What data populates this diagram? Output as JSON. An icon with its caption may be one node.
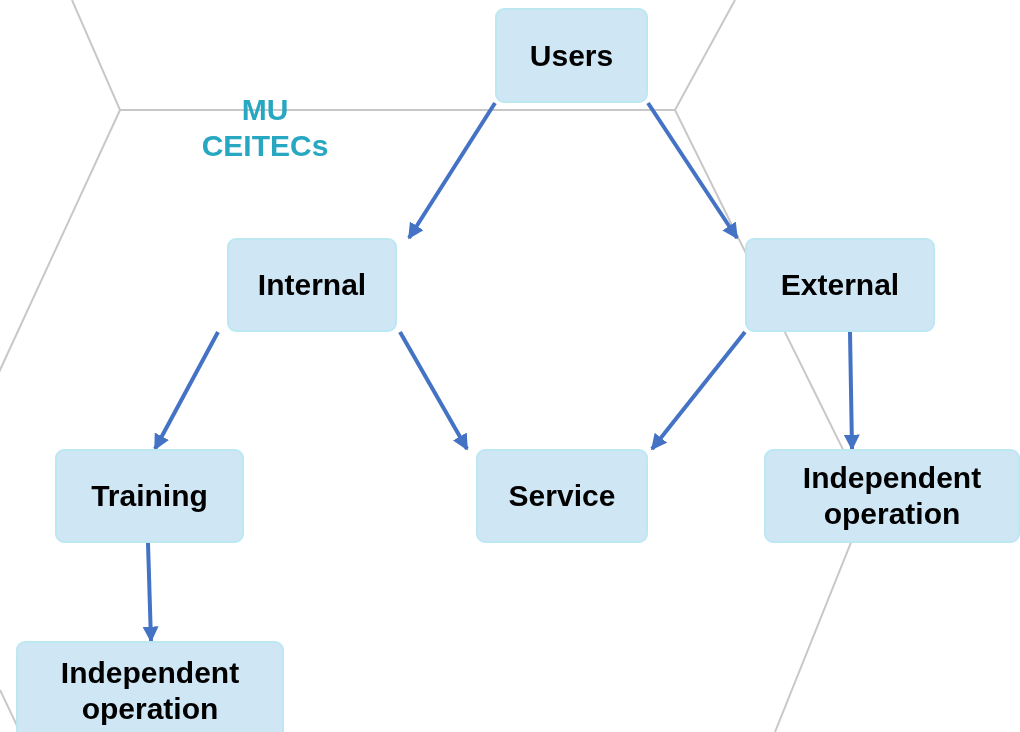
{
  "diagram": {
    "nodes": [
      {
        "text": [
          "Users"
        ]
      },
      {
        "text": [
          "Internal"
        ]
      },
      {
        "text": [
          "External"
        ]
      },
      {
        "text": [
          "Training"
        ]
      },
      {
        "text": [
          "Service"
        ]
      },
      {
        "text": [
          "Independent operation"
        ]
      },
      {
        "text": [
          "Independent operation"
        ]
      }
    ],
    "edges": [
      {
        "from": 0,
        "to": 1,
        "arrow": "to"
      },
      {
        "from": 0,
        "to": 2,
        "arrow": "to"
      },
      {
        "from": 1,
        "to": 3,
        "arrow": "to"
      },
      {
        "from": 1,
        "to": 4,
        "arrow": "to"
      },
      {
        "from": 2,
        "to": 4,
        "arrow": "to"
      },
      {
        "from": 2,
        "to": 5,
        "arrow": "to"
      },
      {
        "from": 3,
        "to": 6,
        "arrow": "to"
      }
    ],
    "labels": [
      "MU CEITECs"
    ]
  }
}
